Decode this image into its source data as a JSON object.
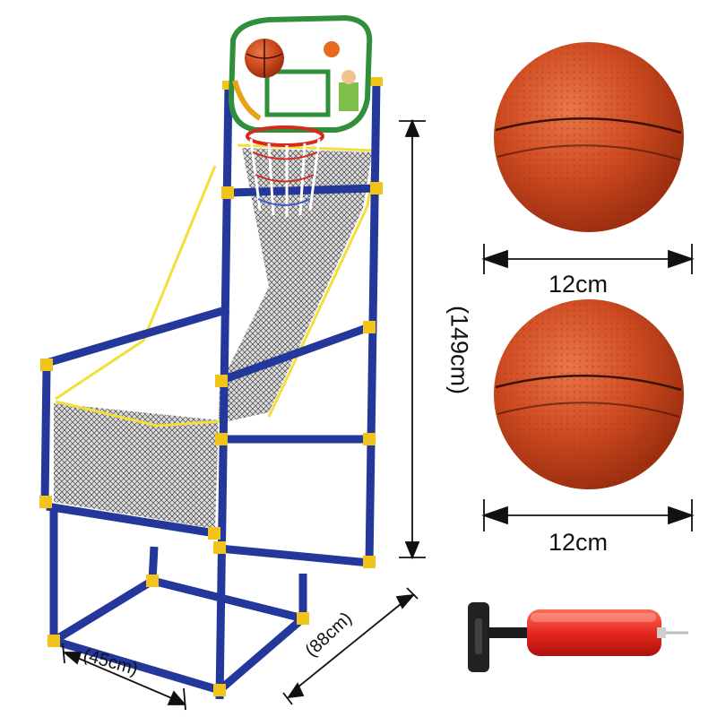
{
  "dimensions": {
    "ball_1_diameter": "12cm",
    "ball_2_diameter": "12cm",
    "height": "(149cm)",
    "width": "(45cm)",
    "depth": "(88cm)"
  },
  "colors": {
    "frame": "#23389a",
    "joint": "#f2c419",
    "net_trim": "#f3df3a",
    "ball": "#c94a1f",
    "backboard_border": "#2f8f3a",
    "pump": "#e8302b",
    "handle": "#222222"
  },
  "icons": [
    "basketball-hoop-stand",
    "basketball",
    "hand-pump"
  ]
}
